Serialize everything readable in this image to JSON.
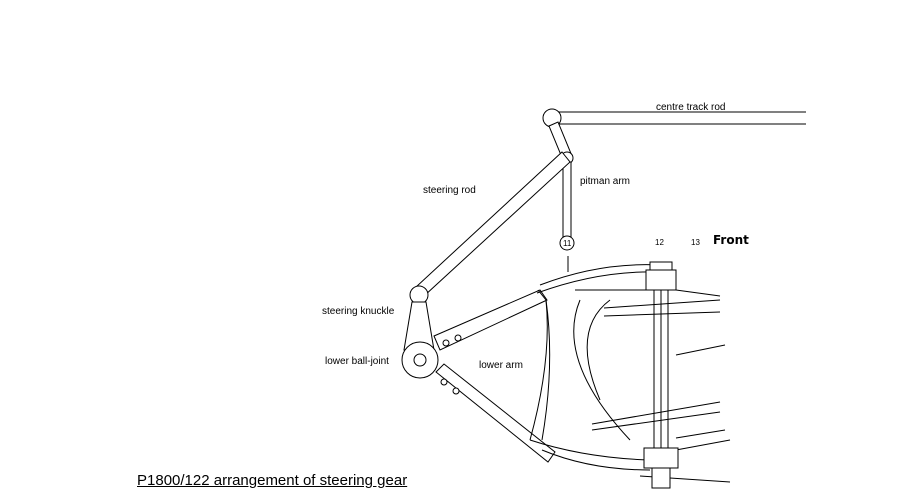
{
  "labels": {
    "centre_track_rod": "centre track rod",
    "pitman_arm": "pitman arm",
    "steering_rod": "steering rod",
    "steering_knuckle": "steering knuckle",
    "lower_ball_joint": "lower ball-joint",
    "lower_arm": "lower arm",
    "front": "Front",
    "part_11": "11",
    "part_12": "12",
    "part_13": "13"
  },
  "caption": "P1800/122 arrangement of steering gear"
}
